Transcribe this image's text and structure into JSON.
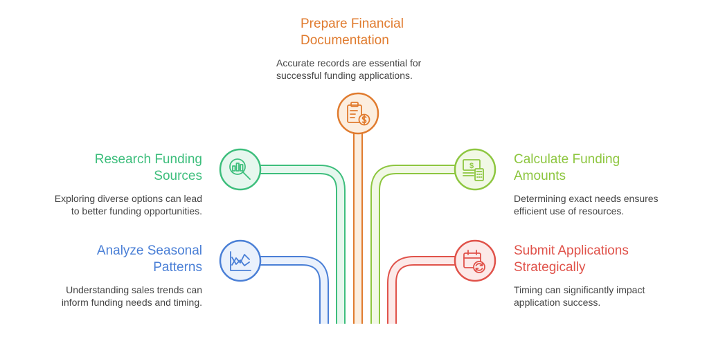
{
  "colors": {
    "prepare": "#E07B2E",
    "research": "#3DBE7C",
    "calculate": "#8DC63F",
    "analyze": "#4A7FD6",
    "submit": "#E0524A"
  },
  "steps": {
    "prepare": {
      "title_line1": "Prepare Financial",
      "title_line2": "Documentation",
      "desc_line1": "Accurate records are essential for",
      "desc_line2": "successful funding applications.",
      "icon": "clipboard-dollar-icon"
    },
    "research": {
      "title_line1": "Research Funding",
      "title_line2": "Sources",
      "desc_line1": "Exploring diverse options can lead",
      "desc_line2": "to better funding opportunities.",
      "icon": "magnifier-chart-icon"
    },
    "calculate": {
      "title_line1": "Calculate Funding",
      "title_line2": "Amounts",
      "desc_line1": "Determining exact needs ensures",
      "desc_line2": "efficient use of resources.",
      "icon": "money-calculator-icon"
    },
    "analyze": {
      "title_line1": "Analyze Seasonal",
      "title_line2": "Patterns",
      "desc_line1": "Understanding sales trends can",
      "desc_line2": "inform funding needs and timing.",
      "icon": "trend-chart-icon"
    },
    "submit": {
      "title_line1": "Submit Applications",
      "title_line2": "Strategically",
      "desc_line1": "Timing can significantly impact",
      "desc_line2": "application success.",
      "icon": "calendar-refresh-icon"
    }
  }
}
